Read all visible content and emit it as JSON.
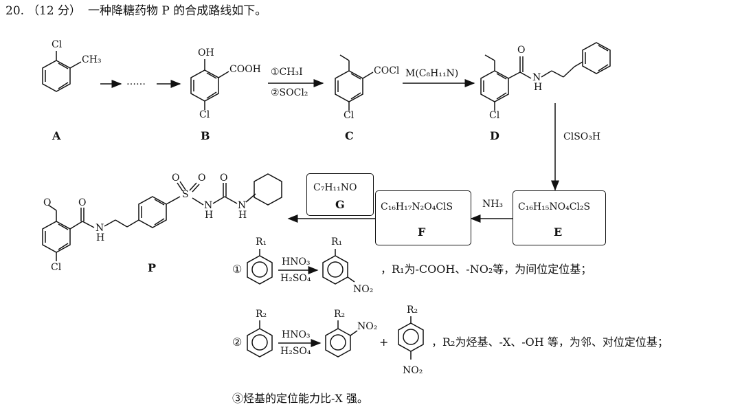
{
  "question": {
    "number": "20.",
    "score": "（12 分）",
    "text": "一种降糖药物 P 的合成路线如下。"
  },
  "compounds": {
    "A": {
      "label": "A",
      "sub1": "Cl",
      "sub2": "CH₃"
    },
    "B": {
      "label": "B",
      "sub1": "OH",
      "sub2": "COOH",
      "sub3": "Cl"
    },
    "C": {
      "label": "C",
      "sub1": "COCl",
      "sub2": "Cl"
    },
    "D": {
      "label": "D",
      "sub1": "O",
      "sub2": "N",
      "sub2b": "H",
      "sub3": "Cl"
    },
    "E": {
      "label": "E",
      "formula": "C₁₆H₁₅NO₄Cl₂S"
    },
    "F": {
      "label": "F",
      "formula": "C₁₆H₁₇N₂O₄ClS"
    },
    "G": {
      "label": "G",
      "formula": "C₇H₁₁NO"
    },
    "P": {
      "label": "P",
      "o": "O",
      "nh": "N",
      "h": "H",
      "cl": "Cl",
      "s": "S",
      "o1": "O",
      "o2": "O",
      "n2": "N",
      "h2": "H",
      "o3": "O",
      "n3": "N",
      "h3": "H"
    }
  },
  "steps": {
    "a_to_b": "……",
    "b_to_c_1": "①CH₃I",
    "b_to_c_2": "②SOCl₂",
    "c_to_d": "M(C₈H₁₁N)",
    "d_to_e": "ClSO₃H",
    "e_to_f": "NH₃"
  },
  "notes": {
    "n1_mark": "①",
    "n1_r": "R₁",
    "n1_reagent_top": "HNO₃",
    "n1_reagent_bottom": "H₂SO₄",
    "n1_prod_r": "R₁",
    "n1_prod_no2": "NO₂",
    "n1_text": "，R₁为-COOH、-NO₂等，为间位定位基；",
    "n2_mark": "②",
    "n2_r": "R₂",
    "n2_reagent_top": "HNO₃",
    "n2_reagent_bottom": "H₂SO₄",
    "n2_prod1_r": "R₂",
    "n2_prod1_no2": "NO₂",
    "n2_plus": "+",
    "n2_prod2_r": "R₂",
    "n2_prod2_no2": "NO₂",
    "n2_text": "，R₂为烃基、-X、-OH 等，为邻、对位定位基；",
    "n3": "③烃基的定位能力比-X 强。"
  }
}
